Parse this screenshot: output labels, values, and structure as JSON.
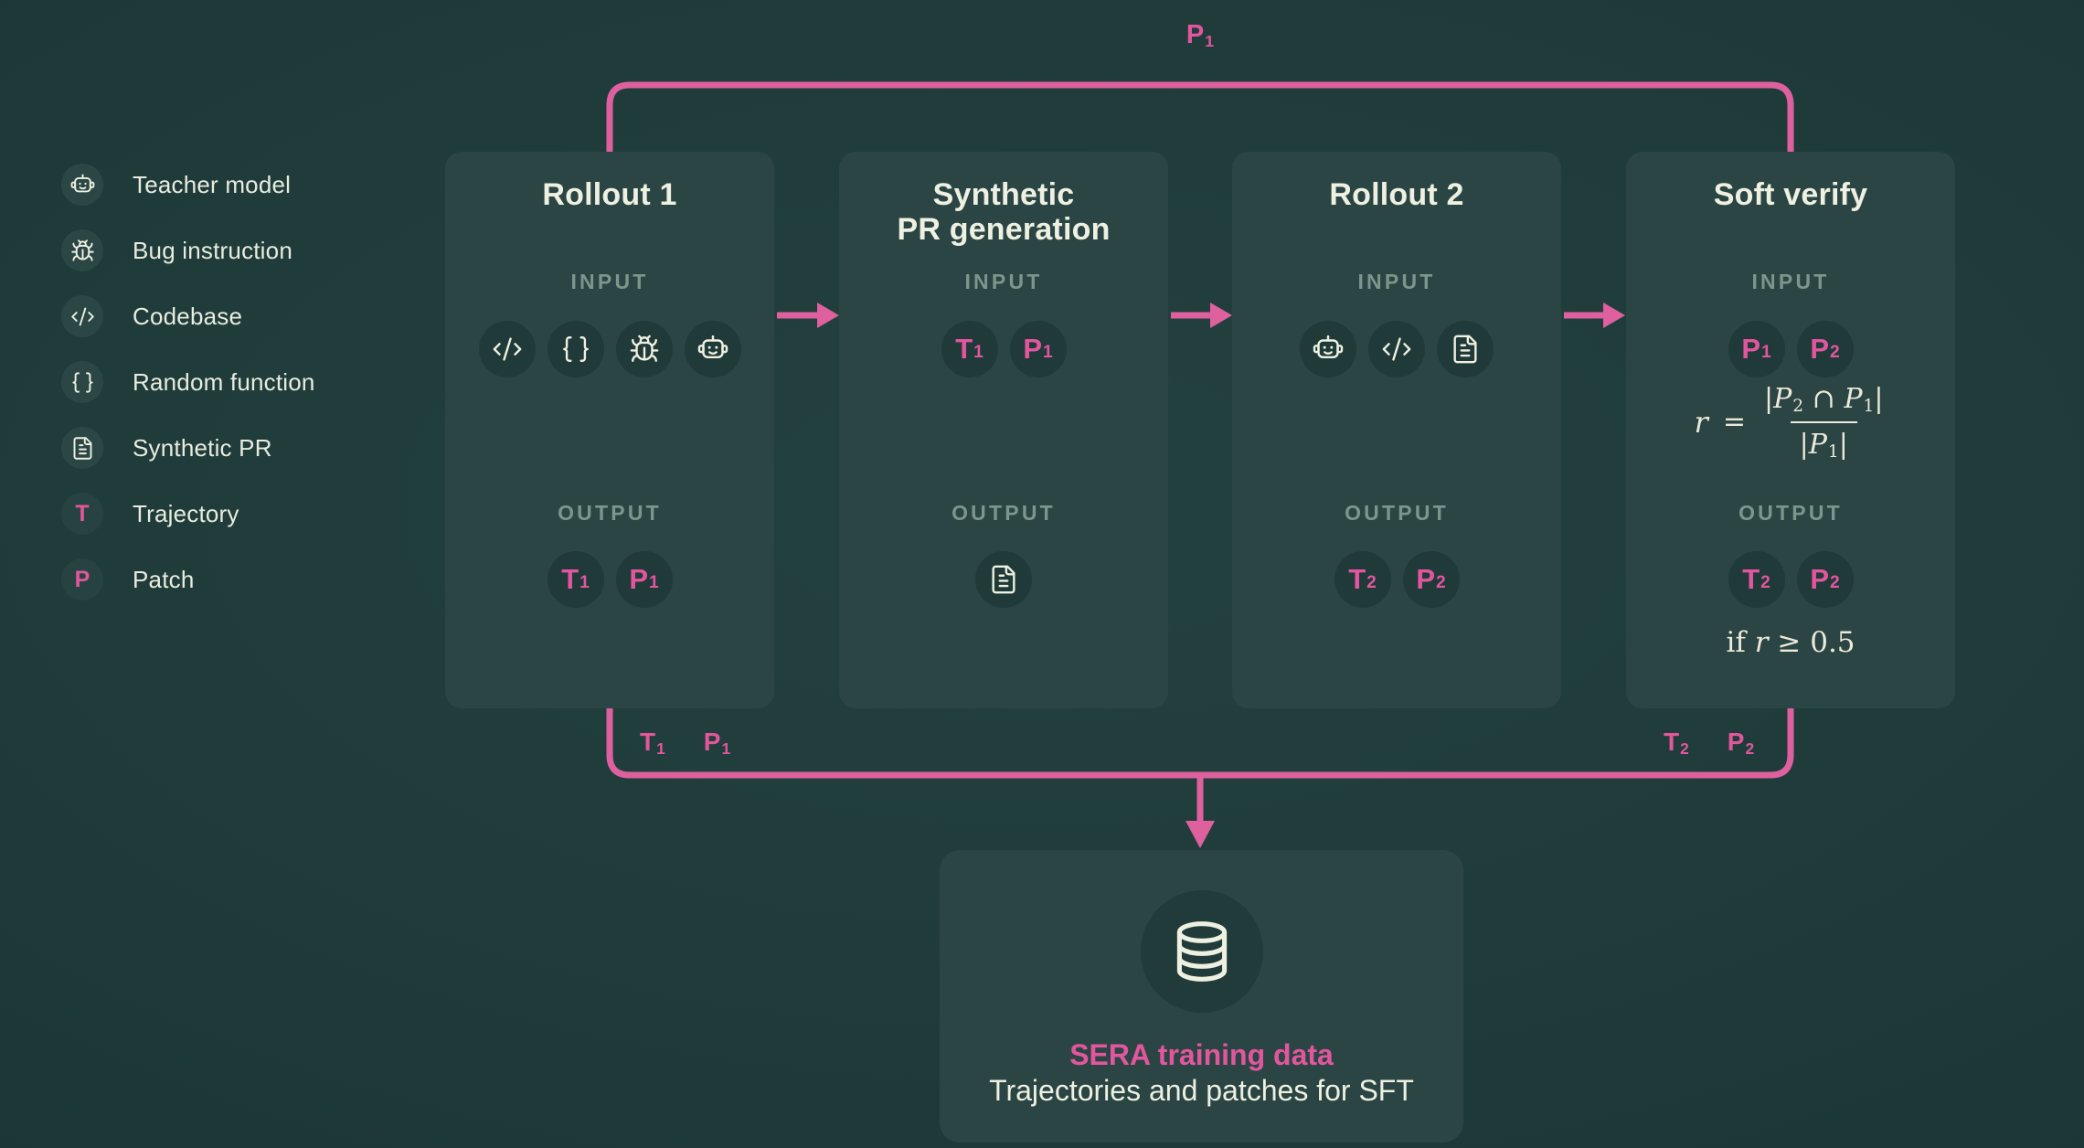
{
  "colors": {
    "background": "#1e3a38",
    "panel": "#2a4543",
    "chip_dark": "#1f3a38",
    "legend_chip": "#2b4745",
    "cream": "#eef0e1",
    "muted_label": "#7d968d",
    "pink": "#e05f9e"
  },
  "legend": {
    "items": [
      {
        "icon": "robot-icon",
        "label": "Teacher model"
      },
      {
        "icon": "bug-icon",
        "label": "Bug instruction"
      },
      {
        "icon": "code-icon",
        "label": "Codebase"
      },
      {
        "icon": "braces-icon",
        "label": "Random function"
      },
      {
        "icon": "file-icon",
        "label": "Synthetic PR"
      },
      {
        "letter": "T",
        "label": "Trajectory"
      },
      {
        "letter": "P",
        "label": "Patch"
      }
    ]
  },
  "top_connector": {
    "label": "P1"
  },
  "boxes": [
    {
      "id": "rollout-1",
      "title_lines": [
        "Rollout 1"
      ],
      "input_label": "INPUT",
      "output_label": "OUTPUT",
      "inputs": [
        {
          "icon": "code-icon"
        },
        {
          "icon": "braces-icon"
        },
        {
          "icon": "bug-icon"
        },
        {
          "icon": "robot-icon"
        }
      ],
      "outputs": [
        {
          "token": "T1"
        },
        {
          "token": "P1"
        }
      ]
    },
    {
      "id": "synthetic-pr-generation",
      "title_lines": [
        "Synthetic",
        "PR generation"
      ],
      "input_label": "INPUT",
      "output_label": "OUTPUT",
      "inputs": [
        {
          "token": "T1"
        },
        {
          "token": "P1"
        }
      ],
      "outputs": [
        {
          "icon": "file-icon"
        }
      ]
    },
    {
      "id": "rollout-2",
      "title_lines": [
        "Rollout 2"
      ],
      "input_label": "INPUT",
      "output_label": "OUTPUT",
      "inputs": [
        {
          "icon": "robot-icon"
        },
        {
          "icon": "code-icon"
        },
        {
          "icon": "file-icon"
        }
      ],
      "outputs": [
        {
          "token": "T2"
        },
        {
          "token": "P2"
        }
      ]
    },
    {
      "id": "soft-verify",
      "title_lines": [
        "Soft verify"
      ],
      "input_label": "INPUT",
      "output_label": "OUTPUT",
      "inputs": [
        {
          "token": "P1"
        },
        {
          "token": "P2"
        }
      ],
      "formula": {
        "lhs": "r",
        "numerator": "|P2 ∩ P1|",
        "denominator": "|P1|"
      },
      "outputs": [
        {
          "token": "T2"
        },
        {
          "token": "P2"
        }
      ],
      "condition": "if r ≥ 0.5"
    }
  ],
  "bottom_connector": {
    "left_labels": [
      "T1",
      "P1"
    ],
    "right_labels": [
      "T2",
      "P2"
    ]
  },
  "sink": {
    "icon": "database-icon",
    "title": "SERA training data",
    "subtitle": "Trajectories and patches for SFT"
  }
}
